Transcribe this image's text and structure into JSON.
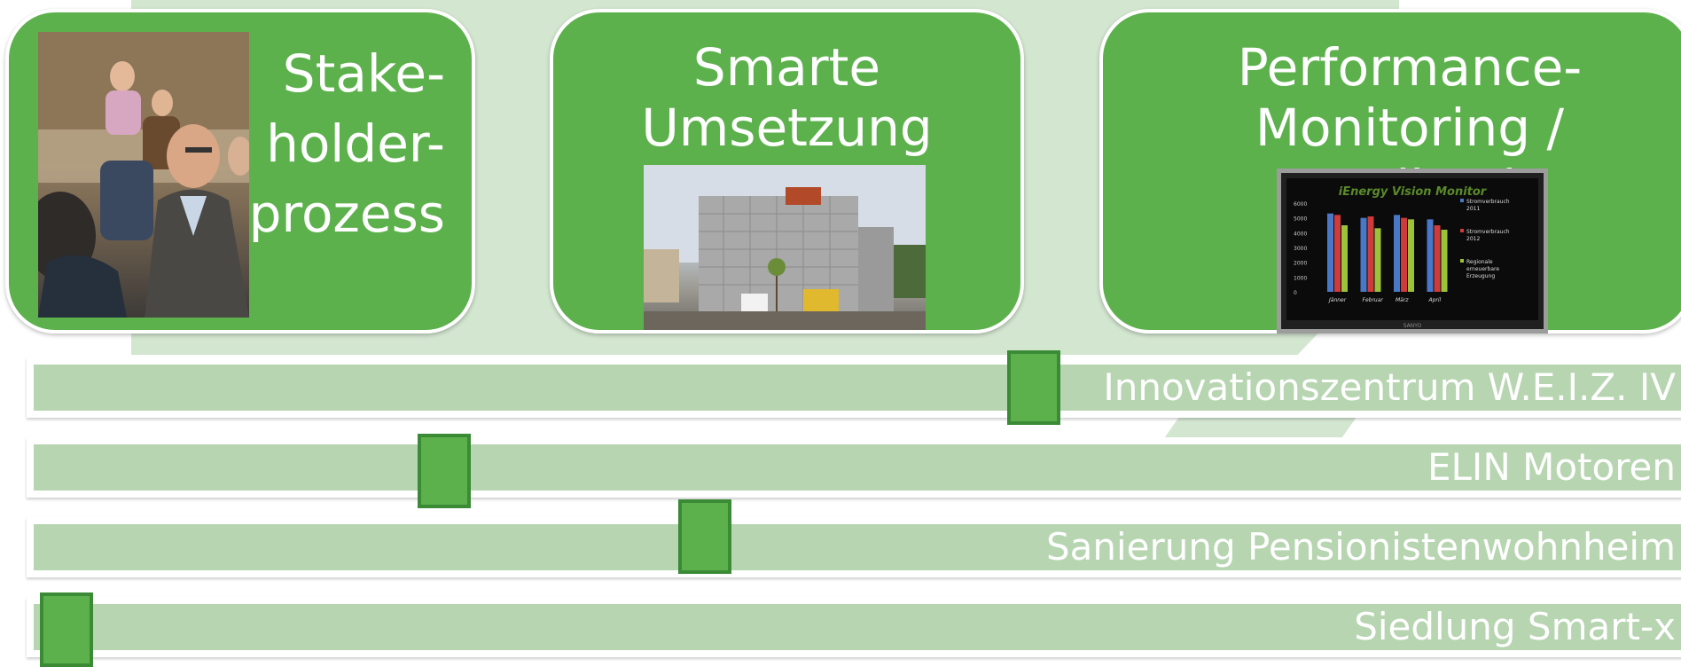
{
  "phases": {
    "stakeholder": {
      "title": "Stake-\nholder-\nprozess"
    },
    "umsetzung": {
      "title": "Smarte\nUmsetzung"
    },
    "monitoring": {
      "title": "Performance-\nMonitoring / Feedback",
      "monitor_title": "iEnergy Vision Monitor",
      "monitor_brand": "SANYO",
      "chart_data": {
        "type": "bar",
        "title": "iEnergy Vision Monitor",
        "categories": [
          "Jänner",
          "Februar",
          "März",
          "April"
        ],
        "series": [
          {
            "name": "Stromverbrauch 2011",
            "values": [
              5300,
              5000,
              5200,
              4900
            ]
          },
          {
            "name": "Stromverbrauch 2012",
            "values": [
              5200,
              5100,
              5000,
              4500
            ]
          },
          {
            "name": "Regionale erneuerbare Erzeugung",
            "values": [
              4500,
              4300,
              4900,
              4200
            ]
          }
        ],
        "yticks": [
          "0",
          "1000",
          "2000",
          "3000",
          "4000",
          "5000",
          "6000"
        ],
        "ylim": [
          0,
          6000
        ],
        "colors": [
          "#4a78c8",
          "#cf3b3b",
          "#9cc23a"
        ],
        "legend": "right"
      }
    }
  },
  "projects": [
    {
      "label": "Innovationszentrum W.E.I.Z. IV",
      "progress": 0.6
    },
    {
      "label": "ELIN Motoren",
      "progress": 0.25
    },
    {
      "label": "Sanierung Pensionistenwohnheim",
      "progress": 0.4
    },
    {
      "label": "Siedlung Smart-x",
      "progress": 0.01
    }
  ],
  "colors": {
    "phase_green": "#5db14c",
    "track_green": "#b6d5b0",
    "background_arrow": "#d3e6d0",
    "marker_border": "#3b8a35"
  }
}
